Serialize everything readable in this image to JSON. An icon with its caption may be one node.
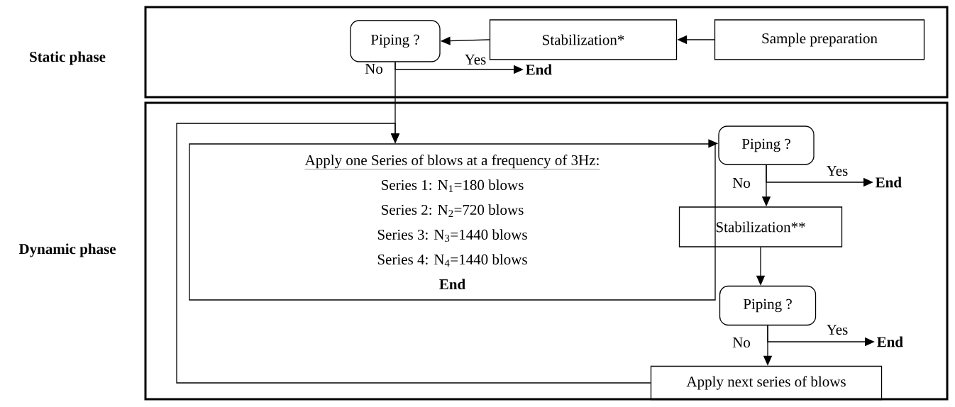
{
  "diagram": {
    "nodes": [
      {
        "text": [
          "Static phase"
        ]
      },
      {
        "text": [
          "Sample preparation"
        ],
        "in": 0
      },
      {
        "text": [
          "Stabilization*"
        ],
        "in": 0
      },
      {
        "text": [
          "Piping ?"
        ],
        "in": 0
      },
      {
        "text": [
          "End"
        ],
        "in": 0
      },
      {
        "text": [
          "Dynamic phase"
        ]
      },
      {
        "text": [
          "Apply one Series of blows at a frequency of 3Hz:",
          "Series 1: N$_{1}$=180 blows",
          "Series 2: N$_{2}$=720 blows",
          "Series 3: N$_{3}$=1440 blows",
          "Series 4: N$_{4}$=1440 blows",
          "End"
        ],
        "in": 5
      },
      {
        "text": [
          "Piping ?"
        ],
        "in": 5
      },
      {
        "text": [
          "End"
        ],
        "in": 5
      },
      {
        "text": [
          "Stabilization**"
        ],
        "in": 5
      },
      {
        "text": [
          "Piping ?"
        ],
        "in": 5
      },
      {
        "text": [
          "End"
        ],
        "in": 5
      },
      {
        "text": [
          "Apply next series of blows"
        ],
        "in": 5
      }
    ],
    "edges": [
      {
        "from": 1,
        "to": 2,
        "arrow": "to"
      },
      {
        "from": 2,
        "to": 3,
        "arrow": "to"
      },
      {
        "from": 3,
        "to": 4,
        "arrow": "to",
        "label": "Yes"
      },
      {
        "from": 3,
        "to": 6,
        "arrow": "to",
        "label": "No"
      },
      {
        "from": 6,
        "to": 7,
        "arrow": "to"
      },
      {
        "from": 7,
        "to": 8,
        "arrow": "to",
        "label": "Yes"
      },
      {
        "from": 7,
        "to": 9,
        "arrow": "to",
        "label": "No"
      },
      {
        "from": 9,
        "to": 10,
        "arrow": "to"
      },
      {
        "from": 10,
        "to": 11,
        "arrow": "to",
        "label": "Yes"
      },
      {
        "from": 10,
        "to": 12,
        "arrow": "to",
        "label": "No"
      },
      {
        "from": 12,
        "to": 6,
        "arrow": "to"
      }
    ]
  }
}
